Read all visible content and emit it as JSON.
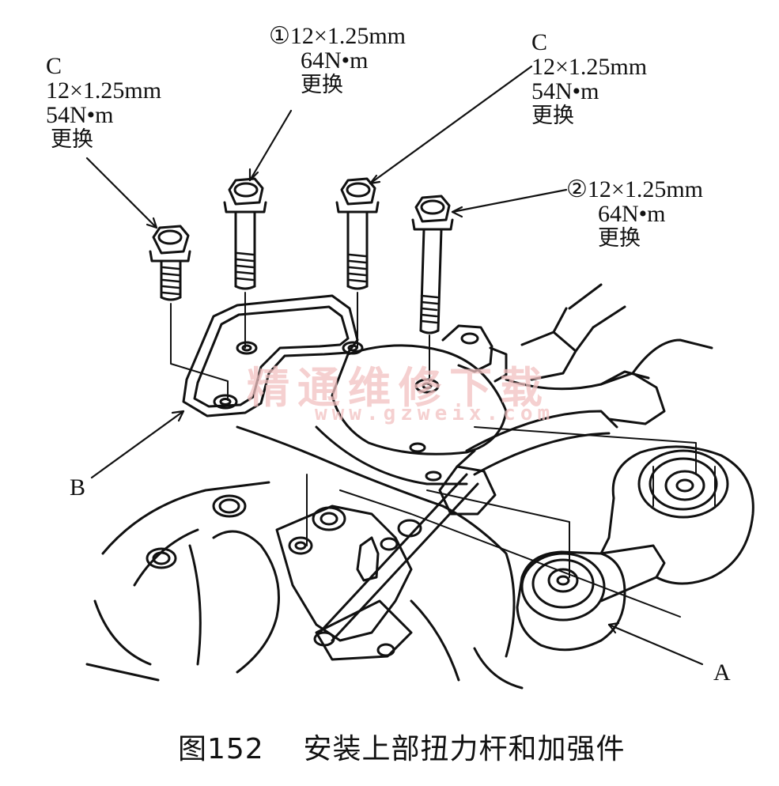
{
  "callouts": [
    {
      "id": "left-c",
      "letter": "C",
      "size": "12×1.25mm",
      "torque": "54N•m",
      "note": "更换"
    },
    {
      "id": "bolt-1",
      "marker": "①",
      "size": "12×1.25mm",
      "torque": "64N•m",
      "note": "更换"
    },
    {
      "id": "right-c",
      "letter": "C",
      "size": "12×1.25mm",
      "torque": "54N•m",
      "note": "更换"
    },
    {
      "id": "bolt-2",
      "marker": "②",
      "size": "12×1.25mm",
      "torque": "64N•m",
      "note": "更换"
    }
  ],
  "part_labels": {
    "a": "A",
    "b": "B"
  },
  "caption": {
    "figure": "图152",
    "title": "安装上部扭力杆和加强件"
  },
  "watermark": {
    "text": "精通维修下载",
    "url": "www.gzweix.com"
  },
  "colors": {
    "line": "#111111",
    "background": "#ffffff",
    "watermark": "#f2c1c1"
  }
}
